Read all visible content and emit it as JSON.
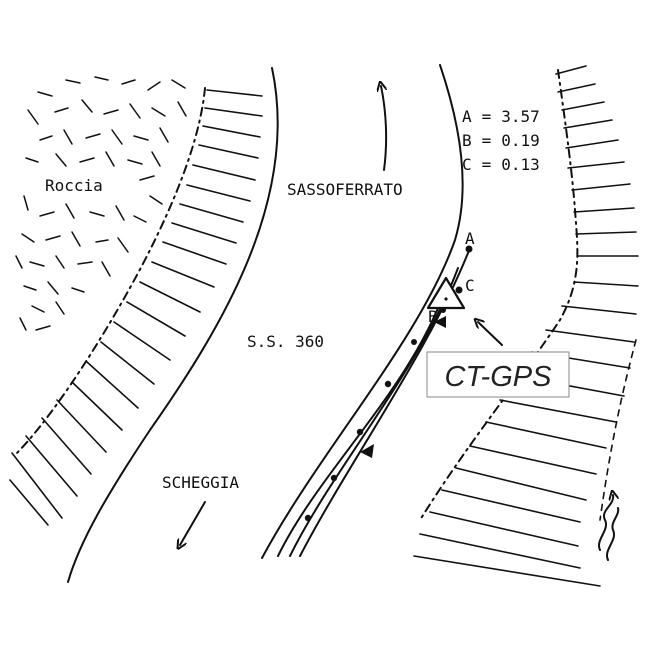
{
  "labels": {
    "rock": "Roccia",
    "north_direction": "SASSOFERRATO",
    "south_direction": "SCHEGGIA",
    "road": "S.S. 360",
    "device": "CT-GPS"
  },
  "legend": [
    {
      "key": "A",
      "sep": "=",
      "value": "3.57"
    },
    {
      "key": "B",
      "sep": "=",
      "value": "0.19"
    },
    {
      "key": "C",
      "sep": "=",
      "value": "0.13"
    }
  ],
  "points": {
    "a": "A",
    "b": "B",
    "c": "C"
  },
  "icons": {
    "station": "triangle-icon",
    "pointer": "arrow-icon"
  }
}
